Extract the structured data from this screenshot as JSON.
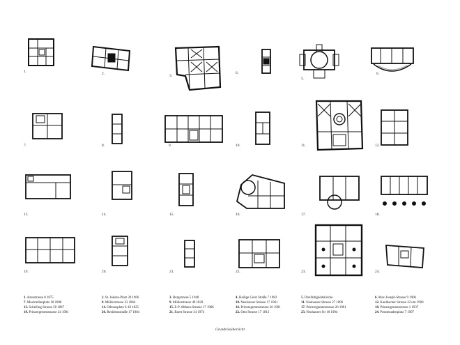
{
  "labels": [
    "1.",
    "2.",
    "3.",
    "6.",
    "5.",
    "6.",
    "7.",
    "8.",
    "9.",
    "10.",
    "11.",
    "12.",
    "13.",
    "14.",
    "15.",
    "16.",
    "17.",
    "18.",
    "19.",
    "20.",
    "21.",
    "22.",
    "23.",
    "24."
  ],
  "legend": [
    [
      {
        "n": "1.",
        "t": "Azenstrasse 8 1875"
      },
      {
        "n": "7.",
        "t": "Maximilianplatz 18 1898"
      },
      {
        "n": "13.",
        "t": "Schelling Strasse 58 1887"
      },
      {
        "n": "19.",
        "t": "Prinzregentenstrasse 24 1901"
      }
    ],
    [
      {
        "n": "2.",
        "t": "St. Jakobs-Platz 20 1966"
      },
      {
        "n": "8.",
        "t": "Müllerstrasse 33 1864"
      },
      {
        "n": "14.",
        "t": "Odeonsplatz 6-18 1825"
      },
      {
        "n": "20.",
        "t": "Residenzstraße 17 1904"
      }
    ],
    [
      {
        "n": "3.",
        "t": "Burgstrasse 5 1948"
      },
      {
        "n": "9.",
        "t": "Müllerstrasse 40 1829"
      },
      {
        "n": "15.",
        "t": "E-P-Althaus Strasse 17 1986"
      },
      {
        "n": "21.",
        "t": "Baret Strasse 34 1974"
      }
    ],
    [
      {
        "n": "4.",
        "t": "Heilige Geist Straße 7 1982"
      },
      {
        "n": "10.",
        "t": "Neuhauser Strasse 17 1961"
      },
      {
        "n": "16.",
        "t": "Prinzregentenstrasse 26 1901"
      },
      {
        "n": "22.",
        "t": "Otto Strasse 17 1813"
      }
    ],
    [
      {
        "n": "5.",
        "t": "Dreifaltigkeitskirche"
      },
      {
        "n": "11.",
        "t": "Neuhauser Strasse 27 1896"
      },
      {
        "n": "17.",
        "t": "Prinzregentenstrasse 26 1901"
      },
      {
        "n": "23.",
        "t": "Neuhauser Str 18 1904"
      }
    ],
    [
      {
        "n": "6.",
        "t": "Max-Joseph-Strasse 9 1906"
      },
      {
        "n": "12.",
        "t": "Kaulbacher Strasse 22 um 1900"
      },
      {
        "n": "18.",
        "t": "Prinzregentenstrasse 1 1937"
      },
      {
        "n": "24.",
        "t": "Promenadenplatz 7 1907"
      }
    ]
  ],
  "caption": "Grundrissübersicht"
}
